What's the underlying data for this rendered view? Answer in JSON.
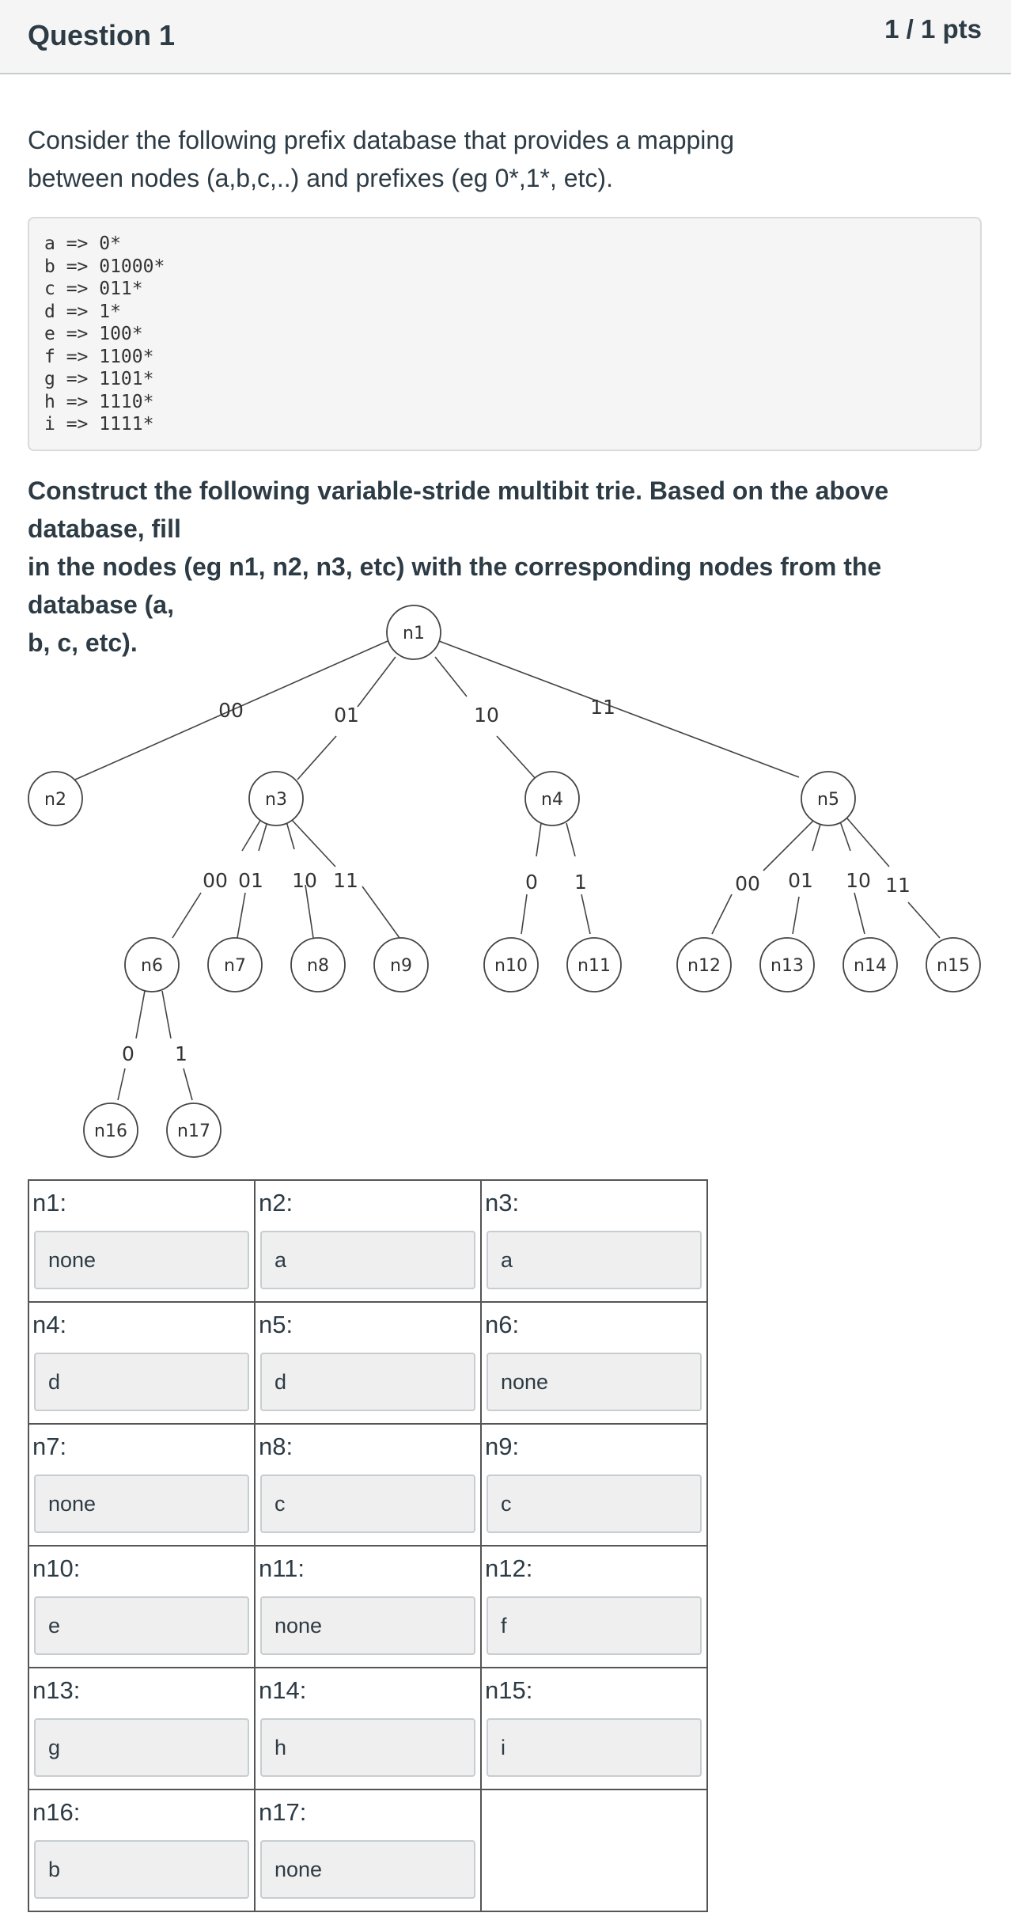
{
  "header": {
    "title": "Question 1",
    "points": "1 / 1 pts"
  },
  "intro": {
    "line1": "Consider the following prefix database that provides a mapping",
    "line2": "between nodes (a,b,c,..) and prefixes (eg 0*,1*, etc)."
  },
  "database": [
    "a => 0*",
    "b => 01000*",
    "c => 011*",
    "d => 1*",
    "e => 100*",
    "f => 1100*",
    "g => 1101*",
    "h => 1110*",
    "i => 1111*"
  ],
  "instruction": {
    "line1": "Construct the following variable-stride multibit trie. Based on the above database, fill",
    "line2": "in the nodes (eg n1, n2, n3, etc) with the corresponding nodes from the database (a,",
    "line3": "b, c, etc)."
  },
  "trie": {
    "nodes": [
      "n1",
      "n2",
      "n3",
      "n4",
      "n5",
      "n6",
      "n7",
      "n8",
      "n9",
      "n10",
      "n11",
      "n12",
      "n13",
      "n14",
      "n15",
      "n16",
      "n17"
    ],
    "edges": {
      "n1": [
        "00",
        "01",
        "10",
        "11"
      ],
      "n3": [
        "00",
        "01",
        "10",
        "11"
      ],
      "n4": [
        "0",
        "1"
      ],
      "n5": [
        "00",
        "01",
        "10",
        "11"
      ],
      "n6": [
        "0",
        "1"
      ]
    }
  },
  "answers": [
    [
      {
        "label": "n1:",
        "value": "none"
      },
      {
        "label": "n2:",
        "value": "a"
      },
      {
        "label": "n3:",
        "value": "a"
      }
    ],
    [
      {
        "label": "n4:",
        "value": "d"
      },
      {
        "label": "n5:",
        "value": "d"
      },
      {
        "label": "n6:",
        "value": "none"
      }
    ],
    [
      {
        "label": "n7:",
        "value": "none"
      },
      {
        "label": "n8:",
        "value": "c"
      },
      {
        "label": "n9:",
        "value": "c"
      }
    ],
    [
      {
        "label": "n10:",
        "value": "e"
      },
      {
        "label": "n11:",
        "value": "none"
      },
      {
        "label": "n12:",
        "value": "f"
      }
    ],
    [
      {
        "label": "n13:",
        "value": "g"
      },
      {
        "label": "n14:",
        "value": "h"
      },
      {
        "label": "n15:",
        "value": "i"
      }
    ],
    [
      {
        "label": "n16:",
        "value": "b"
      },
      {
        "label": "n17:",
        "value": "none"
      }
    ]
  ]
}
